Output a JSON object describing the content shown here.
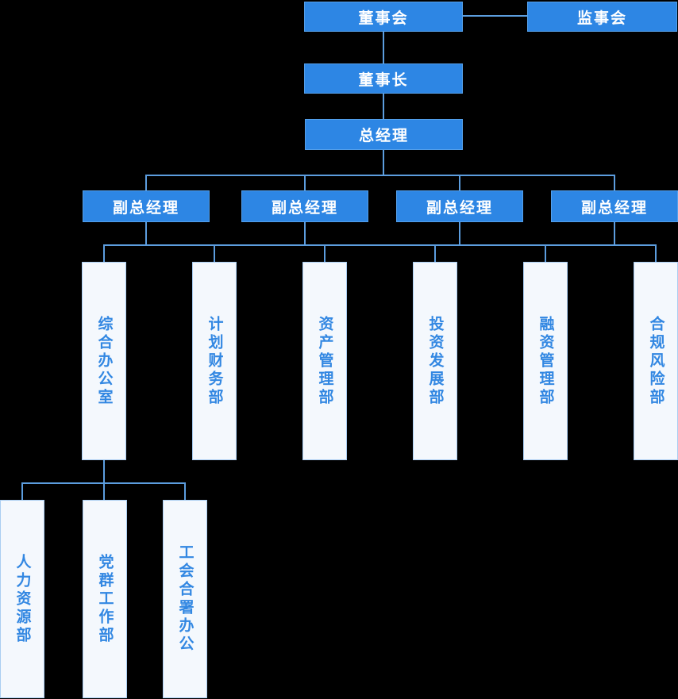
{
  "chart": {
    "type": "org-chart",
    "background": "#000000",
    "colors": {
      "primary_node_fill": "#2d86e4",
      "primary_node_border": "#55a0ea",
      "primary_node_text": "#ffffff",
      "dept_node_fill": "#f4f8fd",
      "dept_node_border": "#a9cdf2",
      "dept_node_text": "#3287e2",
      "connector": "#5c9dde"
    },
    "nodes": {
      "board": "董事会",
      "supervisory": "监事会",
      "chairman": "董事长",
      "general_manager": "总经理",
      "deputy_gm_1": "副总经理",
      "deputy_gm_2": "副总经理",
      "deputy_gm_3": "副总经理",
      "deputy_gm_4": "副总经理",
      "dept_general_office": "综合办公室",
      "dept_planning_finance": "计划财务部",
      "dept_asset_management": "资产管理部",
      "dept_investment_development": "投资发展部",
      "dept_financing_management": "融资管理部",
      "dept_compliance_risk": "合规风险部",
      "dept_human_resources": "人力资源部",
      "dept_party_masses_work": "党群工作部",
      "dept_union_joint_office": "工会合署办公"
    },
    "edges": [
      [
        "board",
        "supervisory"
      ],
      [
        "board",
        "chairman"
      ],
      [
        "chairman",
        "general_manager"
      ],
      [
        "general_manager",
        "deputy_gm_1"
      ],
      [
        "general_manager",
        "deputy_gm_2"
      ],
      [
        "general_manager",
        "deputy_gm_3"
      ],
      [
        "general_manager",
        "deputy_gm_4"
      ],
      [
        "deputy_gms",
        "dept_general_office"
      ],
      [
        "deputy_gms",
        "dept_planning_finance"
      ],
      [
        "deputy_gms",
        "dept_asset_management"
      ],
      [
        "deputy_gms",
        "dept_investment_development"
      ],
      [
        "deputy_gms",
        "dept_financing_management"
      ],
      [
        "deputy_gms",
        "dept_compliance_risk"
      ],
      [
        "dept_general_office",
        "dept_human_resources"
      ],
      [
        "dept_general_office",
        "dept_party_masses_work"
      ],
      [
        "dept_general_office",
        "dept_union_joint_office"
      ]
    ]
  }
}
